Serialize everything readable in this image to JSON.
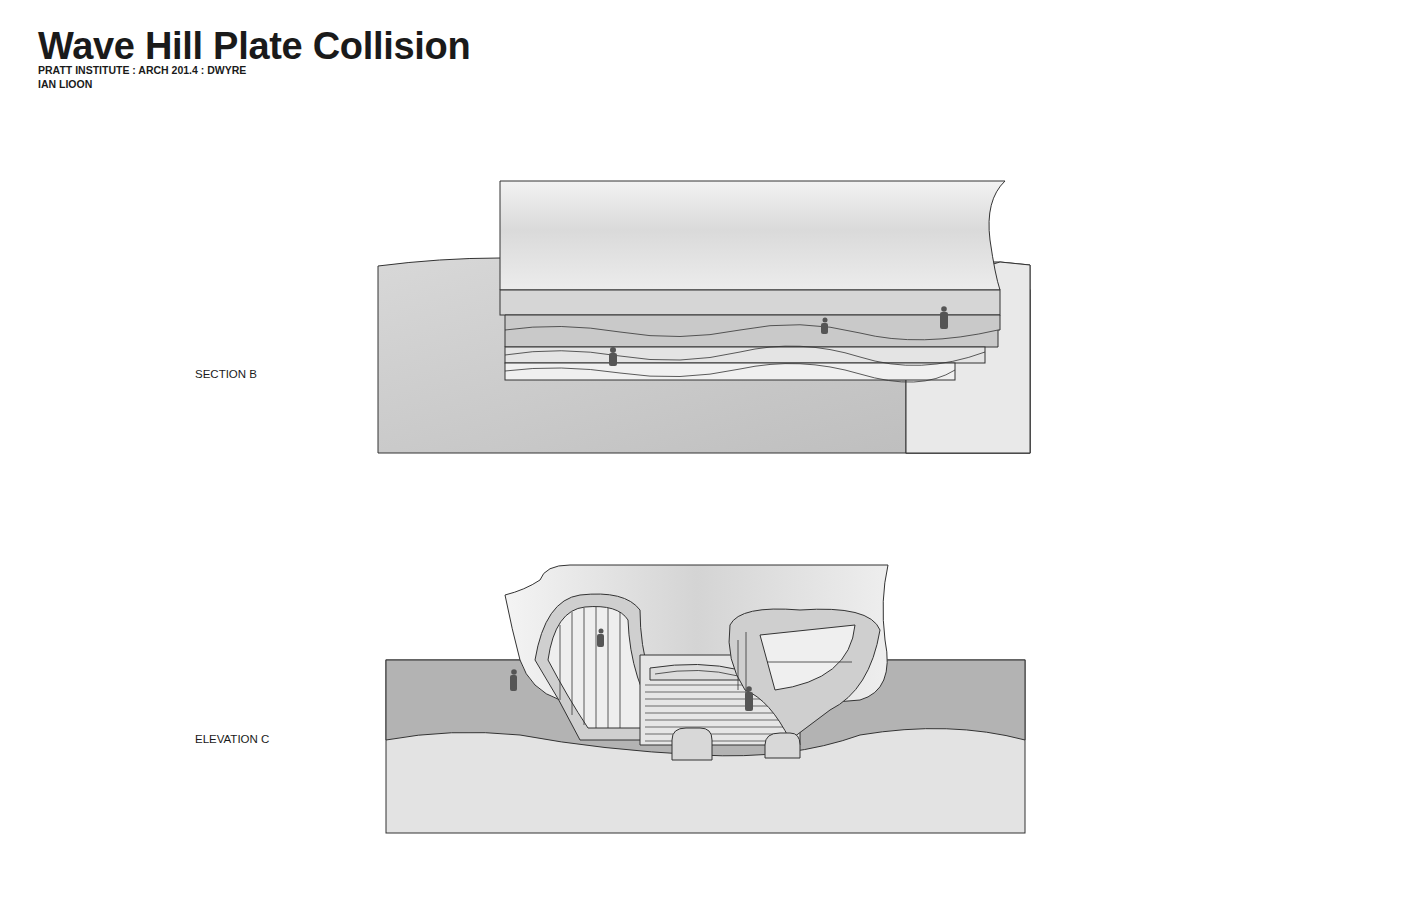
{
  "diagram": {
    "title": "Wave Hill Plate Collision",
    "labels": [
      "PRATT INSTITUTE : ARCH 201.4 : DWYRE",
      "IAN LIOON",
      "SECTION B",
      "ELEVATION C"
    ]
  }
}
